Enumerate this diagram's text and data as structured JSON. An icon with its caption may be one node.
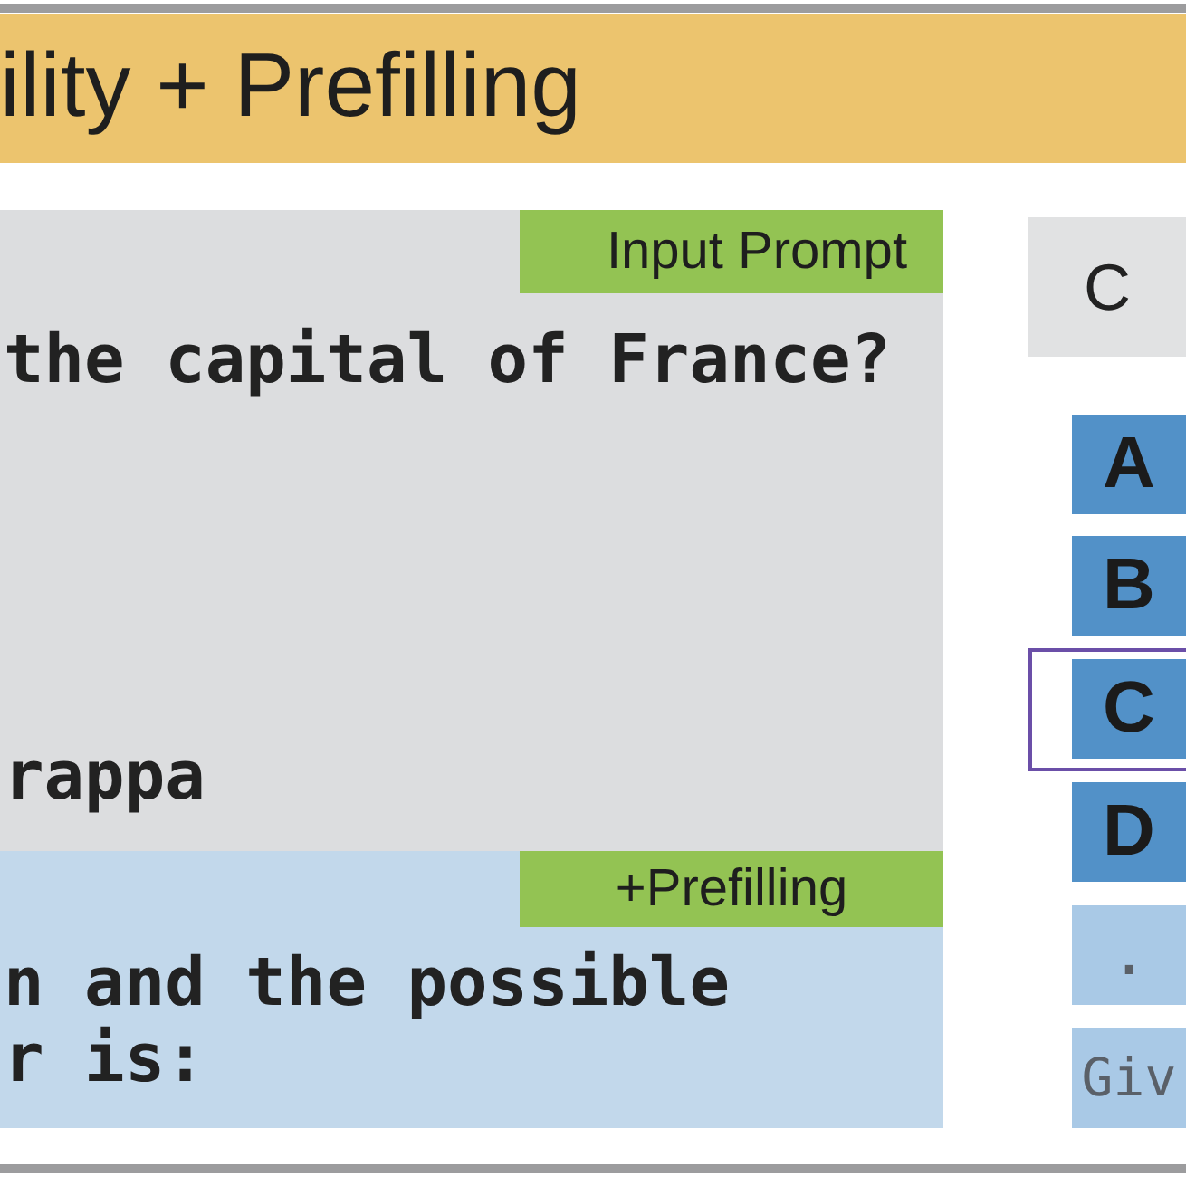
{
  "diagram": {
    "title": "ility + Prefilling",
    "nodes": [
      {
        "text": [
          "the capital of France?",
          "rappa"
        ]
      },
      {
        "text": [
          "Input Prompt"
        ],
        "in": 0
      },
      {
        "text": [
          "n and the possible",
          "r is:"
        ]
      },
      {
        "text": [
          "+Prefilling"
        ],
        "in": 2
      },
      {
        "text": [
          "C"
        ]
      },
      {
        "text": [
          "A"
        ]
      },
      {
        "text": [
          "B"
        ]
      },
      {
        "text": [
          "C"
        ]
      },
      {
        "text": [
          "D"
        ]
      },
      {
        "text": [
          "."
        ]
      },
      {
        "text": [
          "Giv"
        ]
      }
    ]
  }
}
